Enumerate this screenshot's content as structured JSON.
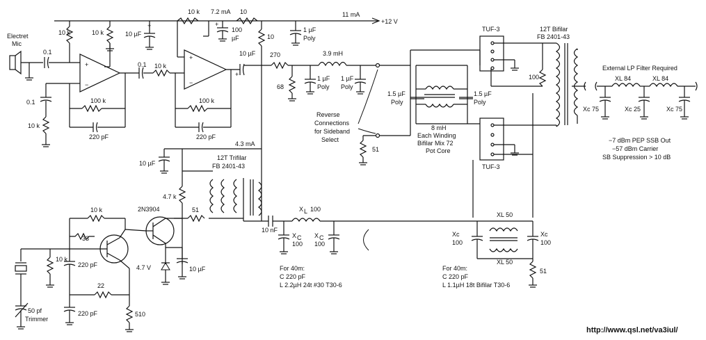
{
  "labels": {
    "mic": [
      "Electret",
      "Mic"
    ],
    "supply_current": "11 mA",
    "supply_voltage": "+12 V",
    "r_top1": "10 k",
    "r_top2": "7.2 mA",
    "r_top3": "10",
    "r_bias1": "10 k",
    "r_bias2": "10 k",
    "c_bypass1": "10 µF",
    "c_bypass2": [
      "100",
      "µF"
    ],
    "r_10": "10",
    "c_1uf_top": [
      "1 µF",
      "Poly"
    ],
    "c_in": "0.1",
    "c_mid": "0.1",
    "r_mid": "10 k",
    "c_fb_left": "0.1",
    "r_fb_left": "10 k",
    "r_fb1": "100 k",
    "c_fb1": "220 pF",
    "r_fb2": "100 k",
    "c_fb2": "220 pF",
    "c_out": "10 µF",
    "r_270": "270",
    "r_68": "68",
    "l_39": "3.9 mH",
    "c_poly1": [
      "1 µF",
      "Poly"
    ],
    "c_poly2": [
      "1 µF",
      "Poly"
    ],
    "reverse": [
      "Reverse",
      "Connections",
      "for Sideband",
      "Select"
    ],
    "r_51_left": "51",
    "c_15a": [
      "1.5 µF",
      "Poly"
    ],
    "c_15b": [
      "1.5 µF",
      "Poly"
    ],
    "potcore": [
      "8 mH",
      "Each Winding",
      "Bifilar Mix 72",
      "Pot Core"
    ],
    "tuf_top": "TUF-3",
    "tuf_bot": "TUF-3",
    "bifilar": [
      "12T Bifilar",
      "FB 2401-43"
    ],
    "r_100": "100",
    "lp_filter": "External LP Filter Required",
    "xc75a": "Xc 75",
    "xl84a": "XL 84",
    "xc25": "Xc 25",
    "xl84b": "XL 84",
    "xc75b": "Xc 75",
    "specs": [
      "−7 dBm PEP SSB Out",
      "−57 dBm Carrier",
      "SB Suppression > 10 dB"
    ],
    "current_43": "4.3 mA",
    "c_10uf_osc": "10 µF",
    "trifilar": [
      "12T Trifilar",
      "FB 2401-43"
    ],
    "r_47k": "4.7 k",
    "r_51_osc": "51",
    "r_10k_osc": "10 k",
    "q2": "2N3904",
    "r_33": "33",
    "r_10k_b": "10 k",
    "c_220a": "220 pF",
    "r_22": "22",
    "c_220b": "220 pF",
    "r_510": "510",
    "zener": "4.7 V",
    "c_10uf_z": "10 µF",
    "trimmer": [
      "50 pf",
      "Trimmer"
    ],
    "c_10nf": "10 nF",
    "xl100": "X",
    "xl100_sub": "L",
    "xl100_val": "100",
    "xc100a": [
      "X",
      "C",
      "100"
    ],
    "xc100b": [
      "X",
      "C",
      "100"
    ],
    "note40a": [
      "For 40m:",
      "C 220 pF",
      "L 2.2µH 24t #30 T30-6"
    ],
    "xl50a": "XL 50",
    "xl50b": "XL 50",
    "xc100c": [
      "Xc",
      "100"
    ],
    "xc100d": [
      "Xc",
      "100"
    ],
    "r_51_out": "51",
    "note40b": [
      "For 40m:",
      "C 220 pF",
      "L 1.1µH 18t Bifilar T30-6"
    ],
    "url": "http://www.qsl.net/va3iul/"
  }
}
